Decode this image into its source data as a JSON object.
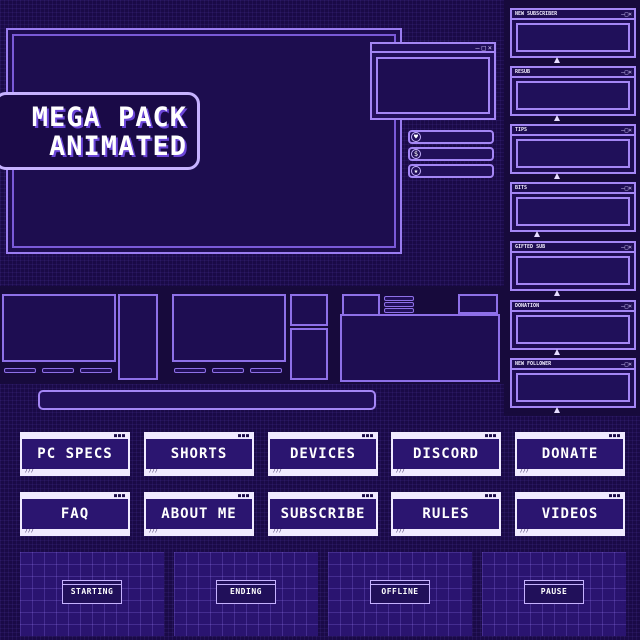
{
  "title": {
    "line1": "MEGA PACK",
    "line2": "ANIMATED"
  },
  "window_controls": {
    "minimize": "–",
    "maximize": "□",
    "close": "×"
  },
  "social_icons": [
    "♥",
    "$",
    "★"
  ],
  "alerts": [
    {
      "label": "NEW SUBSCRIBER"
    },
    {
      "label": "RESUB"
    },
    {
      "label": "TIPS"
    },
    {
      "label": "BITS"
    },
    {
      "label": "GIFTED SUB"
    },
    {
      "label": "DONATION"
    },
    {
      "label": "NEW FOLLOWER"
    }
  ],
  "buttons_row1": [
    "PC SPECS",
    "SHORTS",
    "DEVICES",
    "DISCORD",
    "DONATE"
  ],
  "buttons_row2": [
    "FAQ",
    "ABOUT ME",
    "SUBSCRIBE",
    "RULES",
    "VIDEOS"
  ],
  "scenes": [
    "STARTING",
    "ENDING",
    "OFFLINE",
    "PAUSE"
  ],
  "colors": {
    "background": "#1a0a47",
    "accent": "#a486f5",
    "button_border": "#f0eaff",
    "button_face": "#2b1570"
  }
}
